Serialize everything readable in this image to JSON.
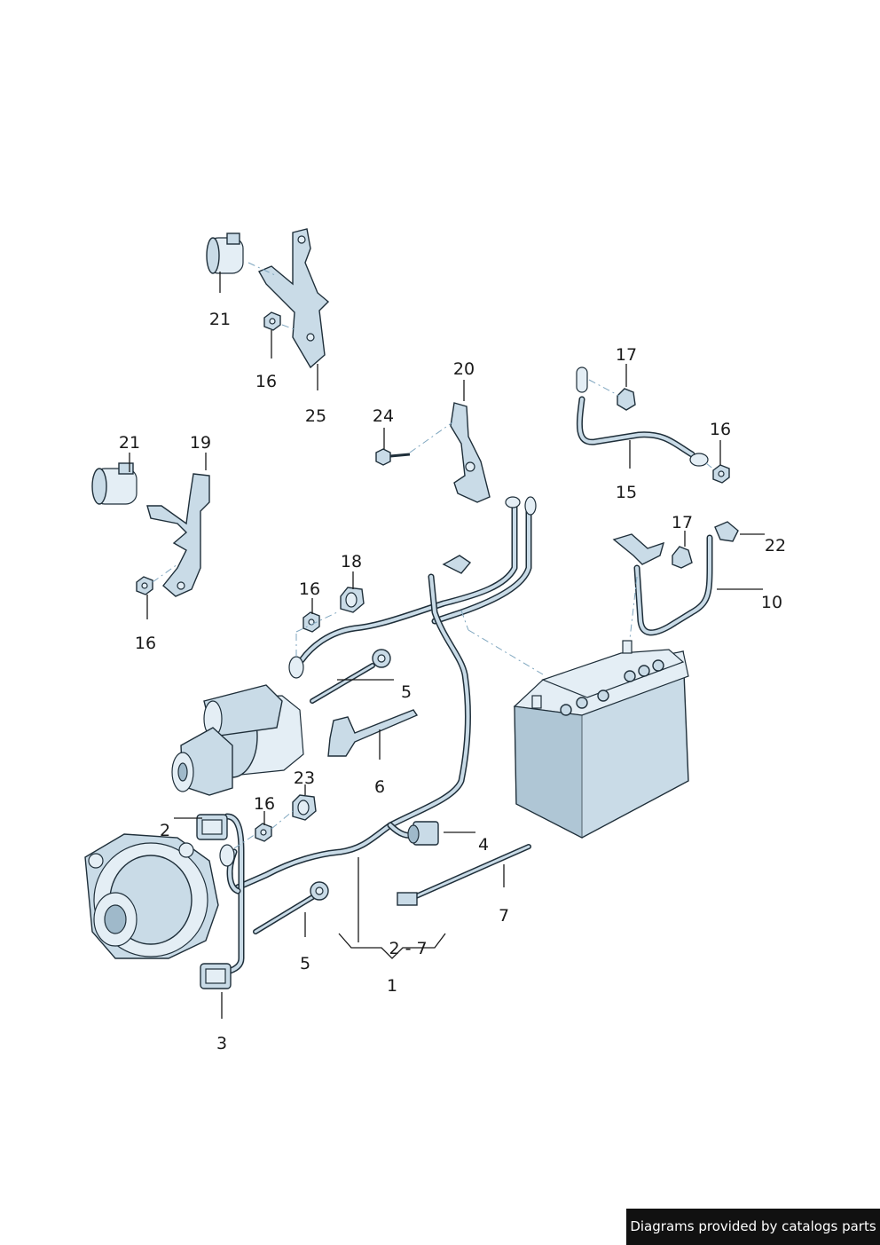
{
  "callouts": [
    {
      "id": "c21a",
      "text": "21"
    },
    {
      "id": "c16a",
      "text": "16"
    },
    {
      "id": "c25",
      "text": "25"
    },
    {
      "id": "c20",
      "text": "20"
    },
    {
      "id": "c24",
      "text": "24"
    },
    {
      "id": "c17a",
      "text": "17"
    },
    {
      "id": "c16b",
      "text": "16"
    },
    {
      "id": "c15",
      "text": "15"
    },
    {
      "id": "c21b",
      "text": "21"
    },
    {
      "id": "c19",
      "text": "19"
    },
    {
      "id": "c16c",
      "text": "16"
    },
    {
      "id": "c18",
      "text": "18"
    },
    {
      "id": "c16d",
      "text": "16"
    },
    {
      "id": "c17b",
      "text": "17"
    },
    {
      "id": "c22",
      "text": "22"
    },
    {
      "id": "c10",
      "text": "10"
    },
    {
      "id": "c5a",
      "text": "5"
    },
    {
      "id": "c6",
      "text": "6"
    },
    {
      "id": "c23",
      "text": "23"
    },
    {
      "id": "c16e",
      "text": "16"
    },
    {
      "id": "c2",
      "text": "2"
    },
    {
      "id": "c4",
      "text": "4"
    },
    {
      "id": "c7",
      "text": "7"
    },
    {
      "id": "c27",
      "text": "2 - 7"
    },
    {
      "id": "c1",
      "text": "1"
    },
    {
      "id": "c5b",
      "text": "5"
    },
    {
      "id": "c3",
      "text": "3"
    }
  ],
  "footer": {
    "text": "Diagrams provided by catalogs parts"
  },
  "colors": {
    "part_fill": "#c9dbe7",
    "outline": "#1f2f3a",
    "footer_bg": "#111111"
  }
}
